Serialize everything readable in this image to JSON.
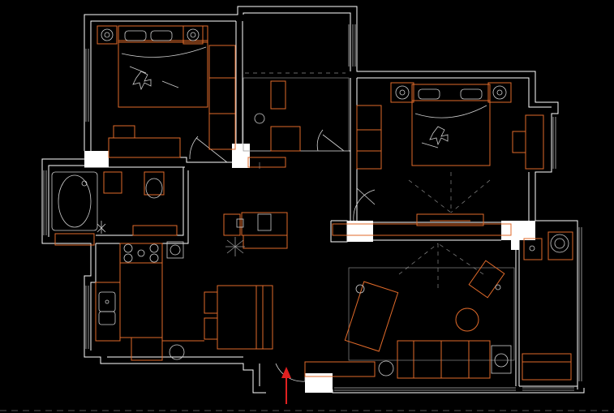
{
  "viewer": {
    "background": "#000000"
  },
  "colors": {
    "wall": "#ffffff",
    "wall_fill": "#ffffff",
    "furniture": "#e06a2a",
    "fixture": "#cfcfcf",
    "window": "#b8b8b8",
    "door": "#d8d8d8",
    "guide": "#8a8a8a",
    "arrow": "#e02020"
  },
  "legend": {},
  "rooms": [
    {
      "id": "bedroom-north-west"
    },
    {
      "id": "closet-north-center"
    },
    {
      "id": "bedroom-north-east"
    },
    {
      "id": "bathroom-west"
    },
    {
      "id": "kitchen-west"
    },
    {
      "id": "dining-center"
    },
    {
      "id": "living-room"
    },
    {
      "id": "balcony-east"
    }
  ],
  "entrance": {
    "arrow": "red-up-arrow"
  }
}
